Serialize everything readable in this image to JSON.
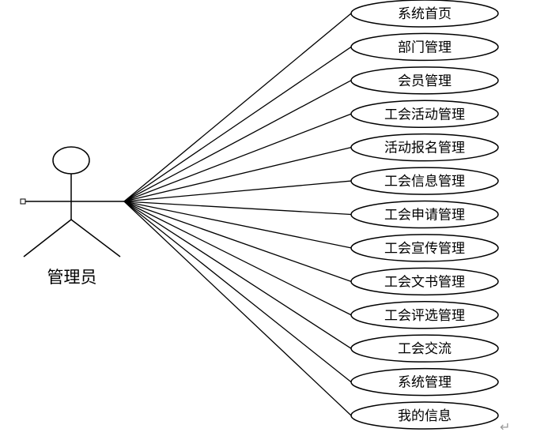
{
  "actor": {
    "label": "管理员"
  },
  "use_cases": [
    {
      "label": "系统首页"
    },
    {
      "label": "部门管理"
    },
    {
      "label": "会员管理"
    },
    {
      "label": "工会活动管理"
    },
    {
      "label": "活动报名管理"
    },
    {
      "label": "工会信息管理"
    },
    {
      "label": "工会申请管理"
    },
    {
      "label": "工会宣传管理"
    },
    {
      "label": "工会文书管理"
    },
    {
      "label": "工会评选管理"
    },
    {
      "label": "工会交流"
    },
    {
      "label": "系统管理"
    },
    {
      "label": "我的信息"
    }
  ],
  "return_mark": "↵"
}
